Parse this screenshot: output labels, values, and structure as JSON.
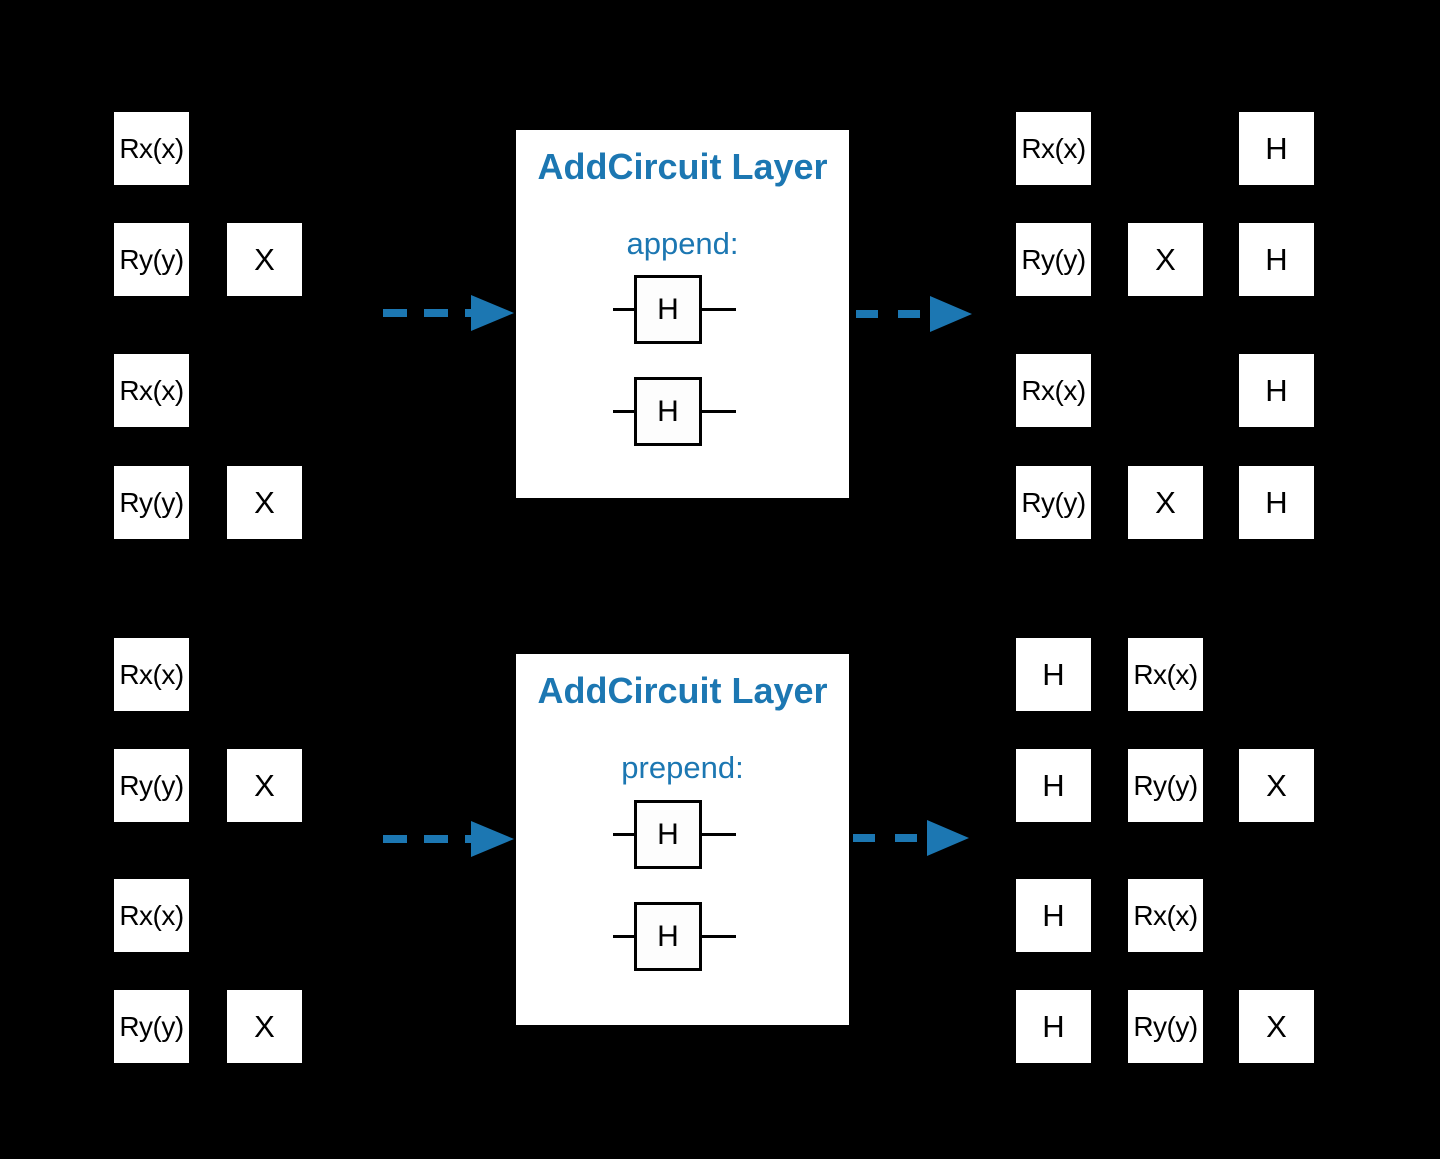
{
  "colors": {
    "background": "#000000",
    "accent_blue": "#1c77b2",
    "gate_box_fill": "#ffffff",
    "gate_text": "#000000"
  },
  "icons": {
    "arrow": "dashed-arrow-right"
  },
  "panels": [
    {
      "title": "AddCircuit Layer",
      "mode_label": "append:",
      "gates": [
        "H",
        "H"
      ]
    },
    {
      "title": "AddCircuit Layer",
      "mode_label": "prepend:",
      "gates": [
        "H",
        "H"
      ]
    }
  ],
  "circuits": [
    {
      "id": "top-input",
      "rows": [
        [
          {
            "col": 0,
            "gate": "Rx(x)"
          }
        ],
        [
          {
            "col": 0,
            "gate": "Ry(y)"
          },
          {
            "col": 1,
            "gate": "X"
          }
        ],
        [
          {
            "col": 0,
            "gate": "Rx(x)"
          }
        ],
        [
          {
            "col": 0,
            "gate": "Ry(y)"
          },
          {
            "col": 1,
            "gate": "X"
          }
        ]
      ]
    },
    {
      "id": "top-output",
      "rows": [
        [
          {
            "col": 0,
            "gate": "Rx(x)"
          },
          {
            "col": 2,
            "gate": "H"
          }
        ],
        [
          {
            "col": 0,
            "gate": "Ry(y)"
          },
          {
            "col": 1,
            "gate": "X"
          },
          {
            "col": 2,
            "gate": "H"
          }
        ],
        [
          {
            "col": 0,
            "gate": "Rx(x)"
          },
          {
            "col": 2,
            "gate": "H"
          }
        ],
        [
          {
            "col": 0,
            "gate": "Ry(y)"
          },
          {
            "col": 1,
            "gate": "X"
          },
          {
            "col": 2,
            "gate": "H"
          }
        ]
      ]
    },
    {
      "id": "bottom-input",
      "rows": [
        [
          {
            "col": 0,
            "gate": "Rx(x)"
          }
        ],
        [
          {
            "col": 0,
            "gate": "Ry(y)"
          },
          {
            "col": 1,
            "gate": "X"
          }
        ],
        [
          {
            "col": 0,
            "gate": "Rx(x)"
          }
        ],
        [
          {
            "col": 0,
            "gate": "Ry(y)"
          },
          {
            "col": 1,
            "gate": "X"
          }
        ]
      ]
    },
    {
      "id": "bottom-output",
      "rows": [
        [
          {
            "col": 0,
            "gate": "H"
          },
          {
            "col": 1,
            "gate": "Rx(x)"
          }
        ],
        [
          {
            "col": 0,
            "gate": "H"
          },
          {
            "col": 1,
            "gate": "Ry(y)"
          },
          {
            "col": 2,
            "gate": "X"
          }
        ],
        [
          {
            "col": 0,
            "gate": "H"
          },
          {
            "col": 1,
            "gate": "Rx(x)"
          }
        ],
        [
          {
            "col": 0,
            "gate": "H"
          },
          {
            "col": 1,
            "gate": "Ry(y)"
          },
          {
            "col": 2,
            "gate": "X"
          }
        ]
      ]
    }
  ]
}
